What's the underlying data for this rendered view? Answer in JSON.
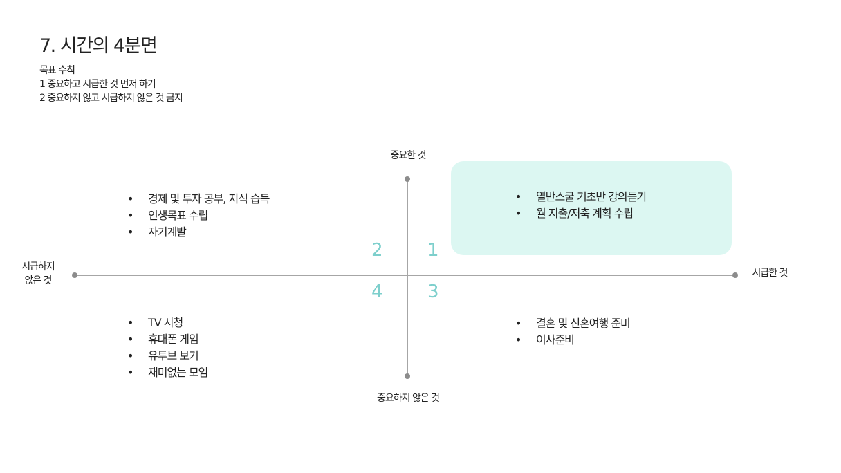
{
  "title": "7. 시간의 4분면",
  "rules": [
    "목표 수칙",
    "1 중요하고 시급한 것 먼저 하기",
    "2 중요하지 않고 시급하지 않은 것 금지"
  ],
  "axes": {
    "top": "중요한 것",
    "bottom": "중요하지 않은 것",
    "left_line1": "시급하지",
    "left_line2": "않은 것",
    "right": "시급한 것"
  },
  "quadrant_numbers": {
    "q1": "1",
    "q2": "2",
    "q3": "3",
    "q4": "4"
  },
  "quadrants": {
    "q1": [
      "열반스쿨 기초반 강의듣기",
      "월 지출/저축 계획 수립"
    ],
    "q2": [
      "경제 및 투자 공부, 지식 습득",
      "인생목표 수립",
      "자기계발"
    ],
    "q3": [
      "결혼 및 신혼여행 준비",
      "이사준비"
    ],
    "q4": [
      "TV 시청",
      "휴대폰 게임",
      "유투브 보기",
      "재미없는 모임"
    ]
  },
  "colors": {
    "accent": "#7dcfcc",
    "highlight": "#dcf7f2",
    "axis": "#a6a6a6"
  }
}
